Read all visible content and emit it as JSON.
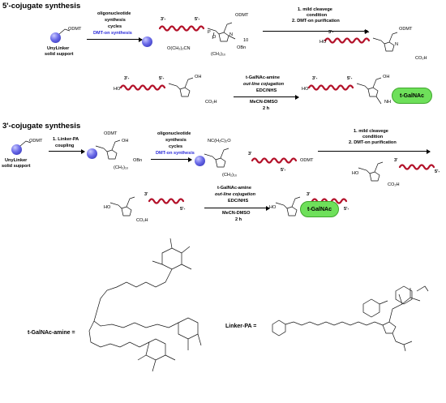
{
  "sections": {
    "five_prime": "5'-cojugate synthesis",
    "three_prime": "3'-cojugate synthesis"
  },
  "support": {
    "label_line1": "UnyLinker",
    "label_line2": "solid support",
    "odmt": "ODMT"
  },
  "steps": {
    "oligo_line1": "oligonucleotide",
    "oligo_line2": "synthesis",
    "oligo_line3": "cycles",
    "dmt_on": "DMT-on synthesis",
    "cleave_line1": "1. mild cleavege",
    "cleave_line2": "condition",
    "cleave_line3": "2. DMT-on purification",
    "amine": "t-GalNAc-amine",
    "outline": "out-line cojugation",
    "edc": "EDC/NHS",
    "solvent": "MeCN-DMSO",
    "time": "2 h",
    "linker_line1": "1. Linker-PA",
    "linker_line2": "coupling"
  },
  "ends": {
    "three": "3'-",
    "five": "5'-",
    "three_b": "3'",
    "five_b": "5'"
  },
  "product": {
    "tag": "t-GalNAc"
  },
  "chem": {
    "odmt": "ODMT",
    "dmt": "ODMT",
    "och2cn": "O(CH₂)₂CN",
    "ch2_10": "(CH₂)₁₀",
    "obn": "OBn",
    "co2h": "CO₂H",
    "oh": "OH",
    "ho": "HO",
    "n": "N",
    "nc": "NC(H₂C)₂O",
    "o_minus": "O⁻",
    "p": "P",
    "o": "O",
    "nh": "NH",
    "ten": "10",
    "hn": "HN"
  },
  "labels": {
    "amine_struct": "t-GalNAc-amine =",
    "linker_struct": "Linker-PA ="
  }
}
